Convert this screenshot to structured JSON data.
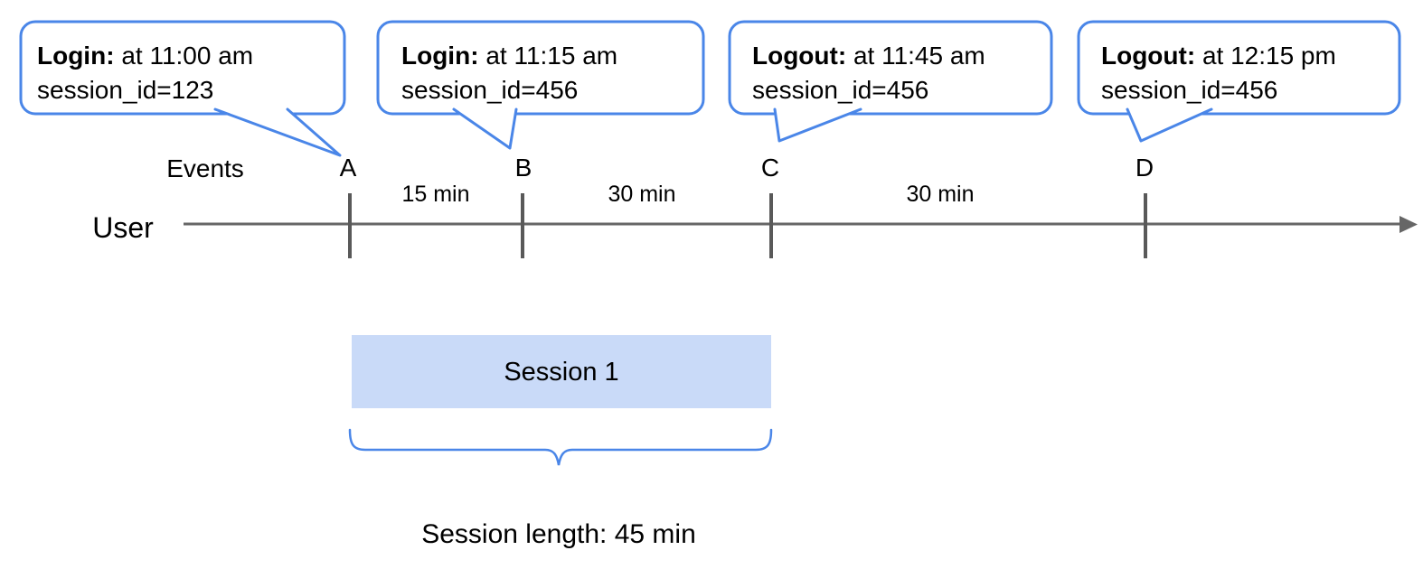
{
  "diagram": {
    "callouts": [
      {
        "label": "Login:",
        "time": "at 11:00 am",
        "session": "session_id=123",
        "event": "A"
      },
      {
        "label": "Login:",
        "time": "at 11:15 am",
        "session": "session_id=456",
        "event": "B"
      },
      {
        "label": "Logout:",
        "time": "at 11:45 am",
        "session": "session_id=456",
        "event": "C"
      },
      {
        "label": "Logout:",
        "time": "at 12:15 pm",
        "session": "session_id=456",
        "event": "D"
      }
    ],
    "events_label": "Events",
    "user_label": "User",
    "intervals": [
      "15 min",
      "30 min",
      "30 min"
    ],
    "session_box_label": "Session 1",
    "session_length_label": "Session length: 45 min",
    "colors": {
      "callout_border": "#4a86e8",
      "session_fill": "#c9daf8",
      "axis_gray": "#666666",
      "tick_gray": "#595959"
    }
  }
}
